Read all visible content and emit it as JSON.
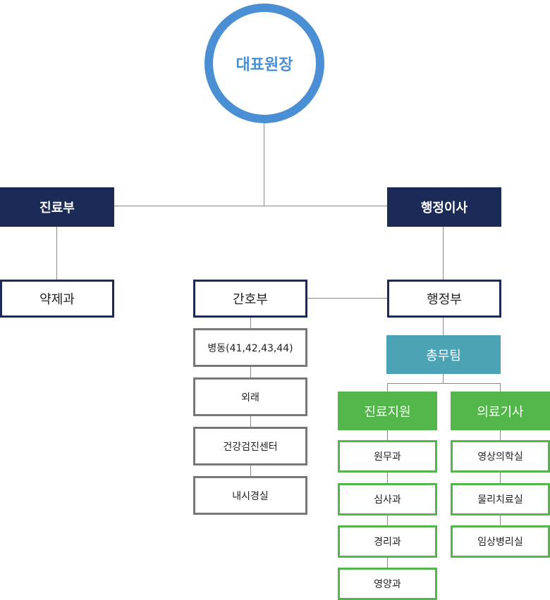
{
  "ceo": "대표원장",
  "divisions": {
    "medical": "진료부",
    "admin_director": "행정이사"
  },
  "medical_children": [
    "약제과"
  ],
  "nursing": {
    "title": "간호부",
    "units": [
      "병동(41,42,43,44)",
      "외래",
      "건강검진센터",
      "내시경실"
    ]
  },
  "administration": {
    "title": "행정부",
    "team": "총무팀",
    "support": {
      "title": "진료지원",
      "units": [
        "원무과",
        "심사과",
        "경리과",
        "영양과"
      ]
    },
    "technical": {
      "title": "의료기사",
      "units": [
        "영상의학실",
        "물리치료실",
        "임상병리실"
      ]
    }
  },
  "colors": {
    "ceo_ring": "#4a8fd4",
    "navy": "#1b2a57",
    "teal": "#4ba3b5",
    "green": "#52b64a",
    "gray_border": "#777777"
  }
}
